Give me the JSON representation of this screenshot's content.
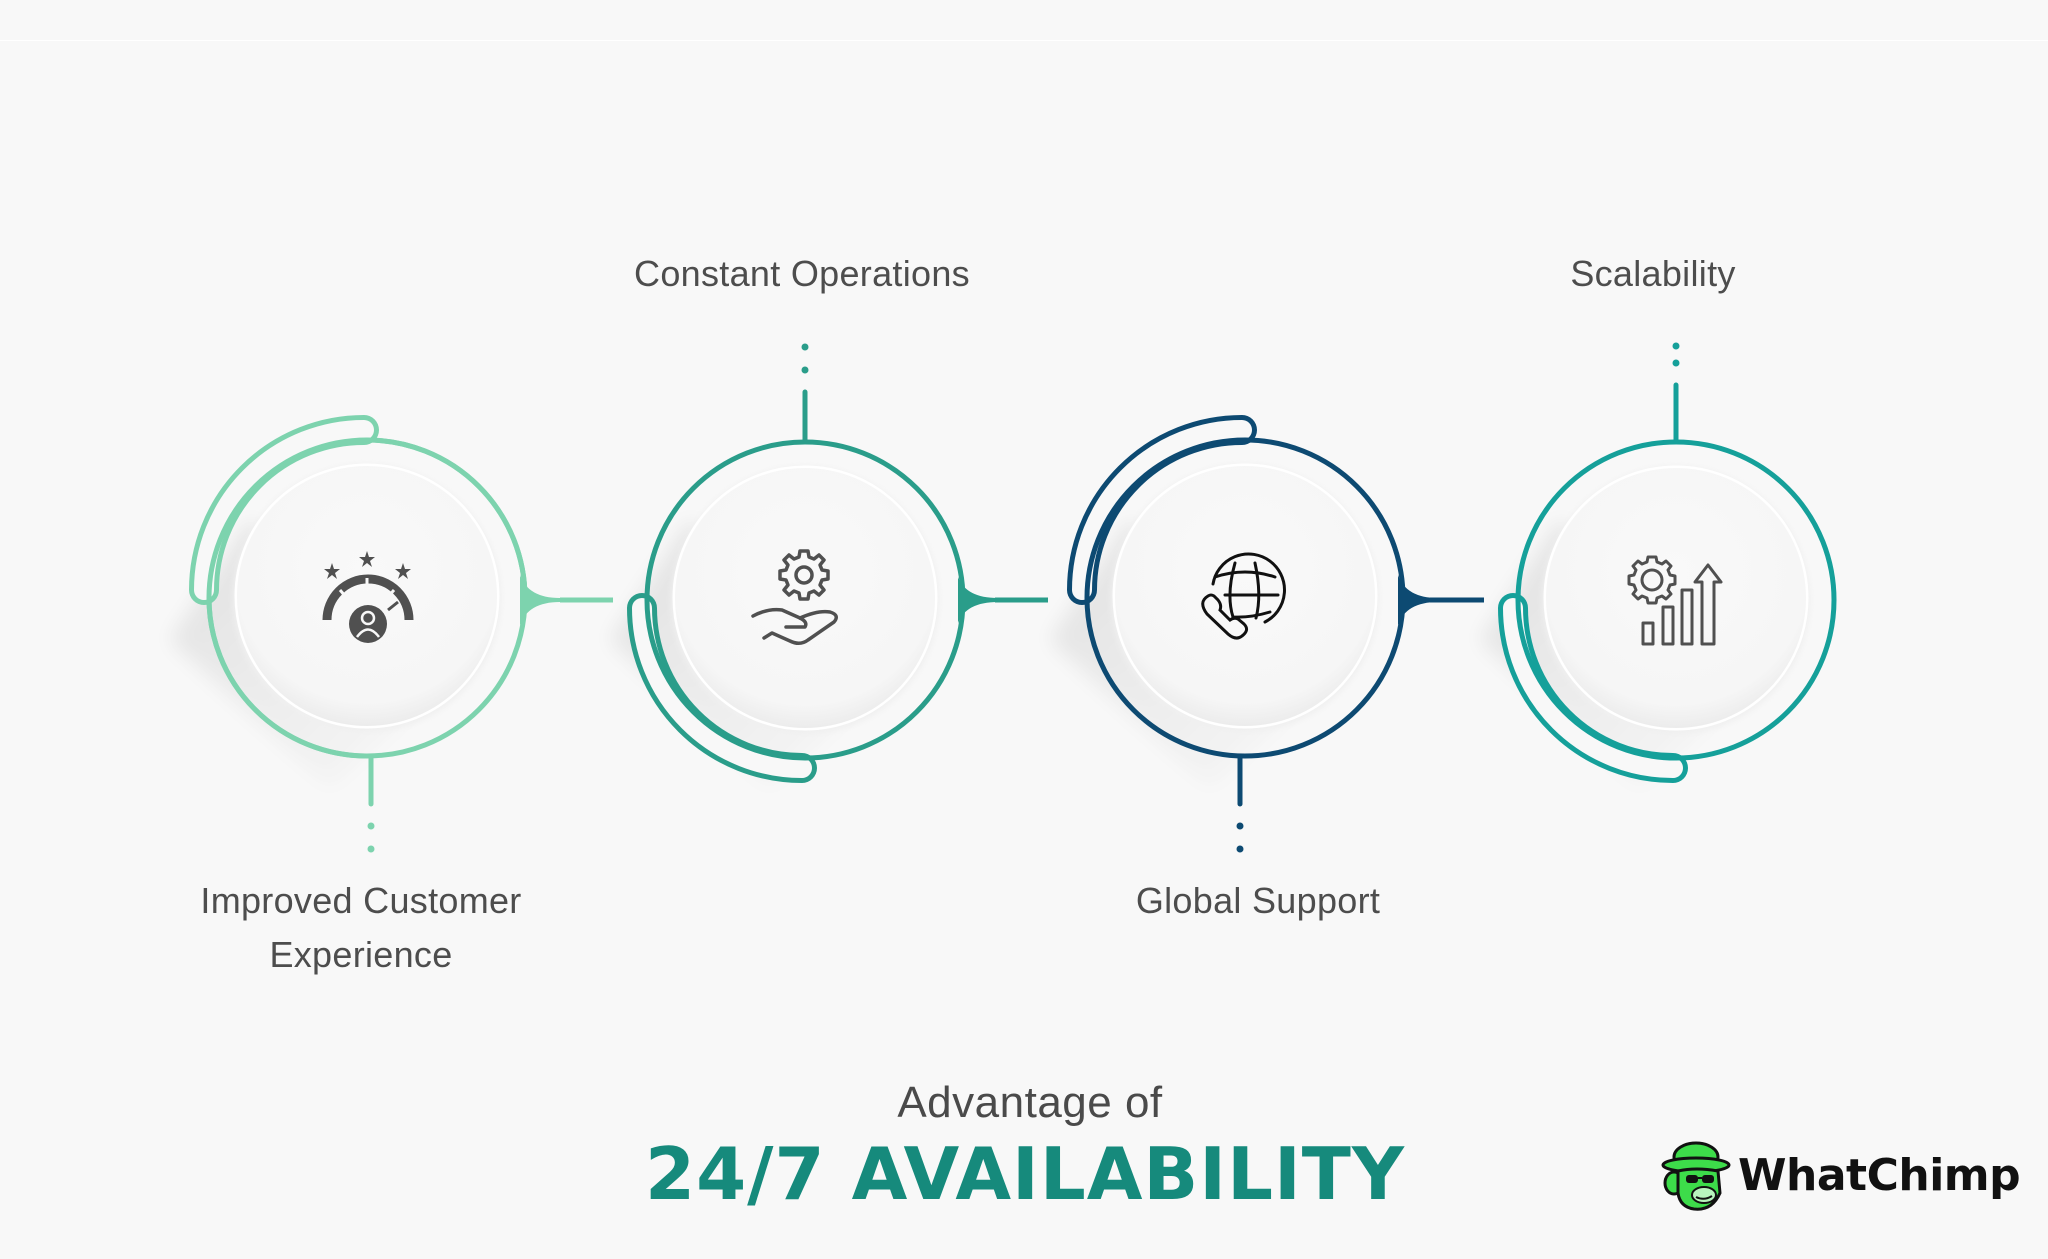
{
  "diagram": {
    "steps": [
      {
        "label_lines": [
          "Improved Customer",
          "Experience"
        ],
        "icon": "customer-satisfaction-gauge-icon",
        "color": "#7dd3ae",
        "label_position": "below"
      },
      {
        "label_lines": [
          "Constant Operations"
        ],
        "icon": "gear-in-hand-icon",
        "color": "#2a9d8a",
        "label_position": "above"
      },
      {
        "label_lines": [
          "Global Support"
        ],
        "icon": "globe-phone-icon",
        "color": "#0d4a72",
        "label_position": "below"
      },
      {
        "label_lines": [
          "Scalability"
        ],
        "icon": "growth-chart-gear-icon",
        "color": "#15a09a",
        "label_position": "above"
      }
    ]
  },
  "footer": {
    "subtitle": "Advantage of",
    "title": "24/7 AVAILABILITY",
    "title_color": "#168a7c"
  },
  "brand": {
    "name": "WhatChimp",
    "logo_icon": "chimp-with-hat-icon",
    "accent": "#3ddc4a"
  }
}
